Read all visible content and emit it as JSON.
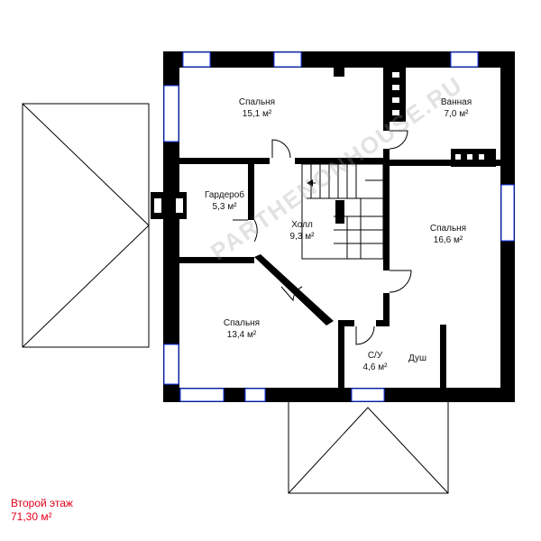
{
  "rooms": [
    {
      "id": "bedroom-1",
      "name": "Спальня",
      "area": "15,1 м²"
    },
    {
      "id": "bathroom",
      "name": "Ванная",
      "area": "7,0 м²"
    },
    {
      "id": "wardrobe",
      "name": "Гардероб",
      "area": "5,3 м²"
    },
    {
      "id": "hall",
      "name": "Холл",
      "area": "9,3 м²"
    },
    {
      "id": "bedroom-2",
      "name": "Спальня",
      "area": "16,6 м²"
    },
    {
      "id": "bedroom-3",
      "name": "Спальня",
      "area": "13,4 м²"
    },
    {
      "id": "wc",
      "name": "С/У",
      "area": "4,6 м²"
    },
    {
      "id": "shower",
      "name": "Душ",
      "area": ""
    }
  ],
  "floor": {
    "title": "Второй этаж",
    "total_area": "71,30 м²"
  },
  "watermark": "PARTHENONHOUSE.RU",
  "colors": {
    "wall": "#000000",
    "window": "#1a3cff",
    "caption": "#e0001b"
  }
}
